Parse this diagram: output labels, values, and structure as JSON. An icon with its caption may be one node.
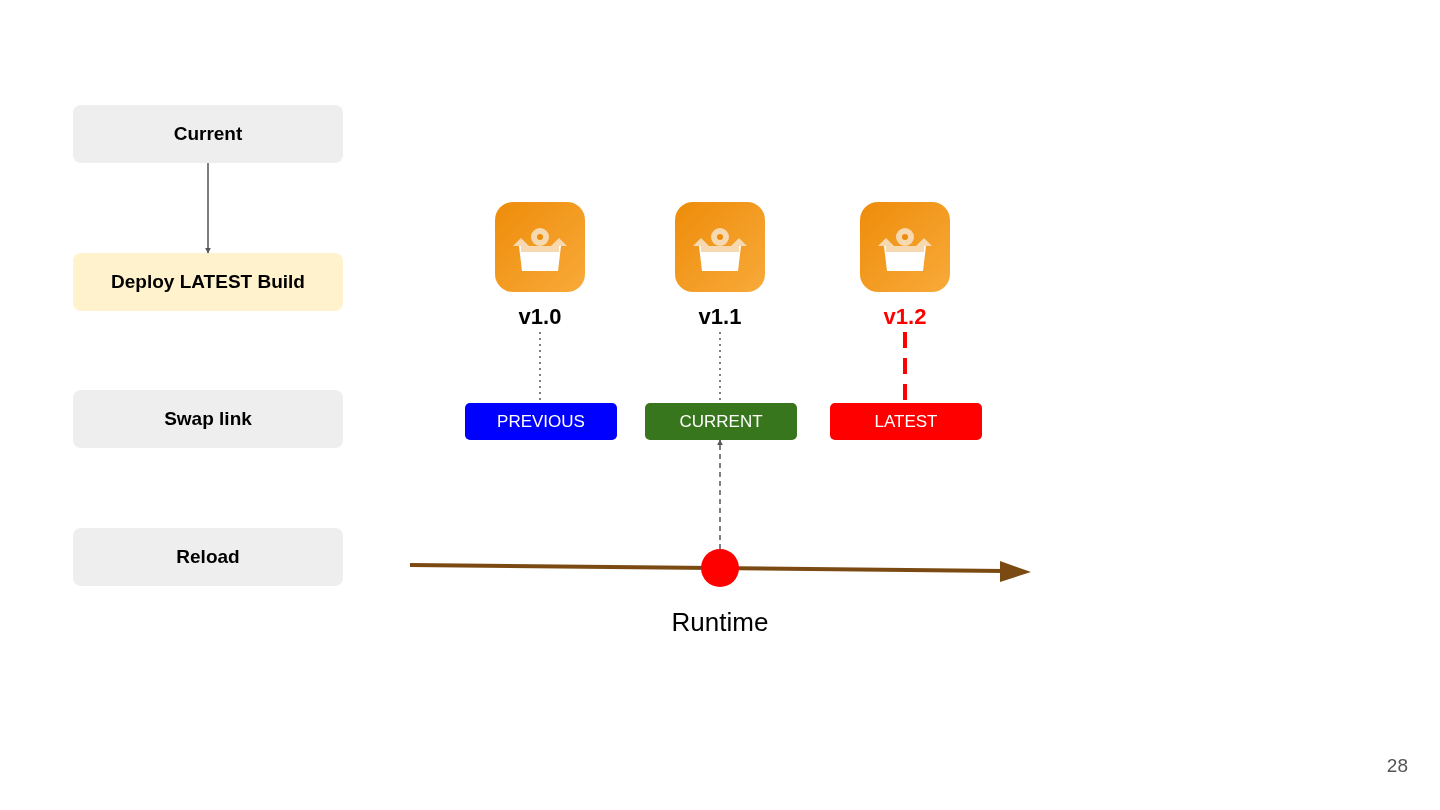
{
  "diagram": {
    "nodes": [
      {
        "text": [
          "Current"
        ]
      },
      {
        "text": [
          "Deploy LATEST Build"
        ]
      },
      {
        "text": [
          "Swap link"
        ]
      },
      {
        "text": [
          "Reload"
        ]
      },
      {
        "text": [
          "v1.0"
        ]
      },
      {
        "text": [
          "v1.1"
        ]
      },
      {
        "text": [
          "v1.2"
        ]
      },
      {
        "text": [
          "PREVIOUS"
        ]
      },
      {
        "text": [
          "CURRENT"
        ]
      },
      {
        "text": [
          "LATEST"
        ]
      },
      {
        "text": [],
        "shape": "circle",
        "beside": [
          "Runtime"
        ]
      }
    ],
    "edges": [
      {
        "from": 0,
        "to": 1,
        "arrow": "to"
      },
      {
        "from": 4,
        "to": 7,
        "arrow": "none",
        "style": "dashed"
      },
      {
        "from": 5,
        "to": 8,
        "arrow": "none",
        "style": "dashed"
      },
      {
        "from": 6,
        "to": 9,
        "arrow": "none",
        "style": "dashed",
        "color": "#ff0000"
      },
      {
        "from": 10,
        "to": 8,
        "arrow": "to",
        "style": "dashed"
      }
    ],
    "labels": [
      "28"
    ]
  }
}
